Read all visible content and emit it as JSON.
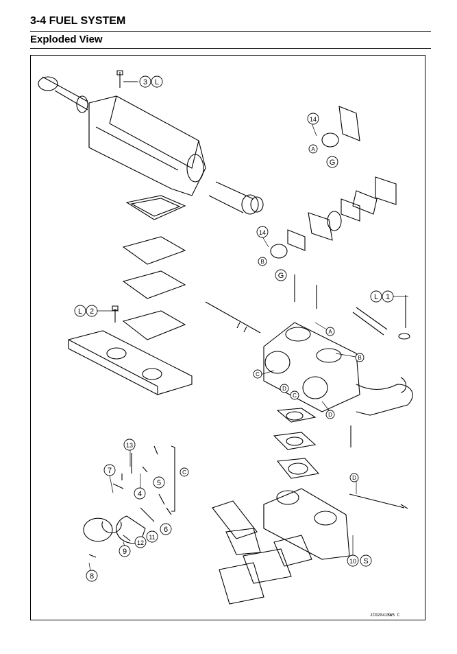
{
  "header": {
    "section": "3-4 FUEL SYSTEM",
    "subtitle": "Exploded View"
  },
  "figure_code": "JC02041BW5 C",
  "callouts": [
    "1",
    "2",
    "3",
    "4",
    "5",
    "6",
    "7",
    "8",
    "9",
    "10",
    "11",
    "12",
    "13",
    "14",
    "14"
  ],
  "letters": [
    "L",
    "L",
    "L",
    "S",
    "A",
    "A",
    "A",
    "B",
    "B",
    "C",
    "C",
    "C",
    "D",
    "D",
    "D",
    "G",
    "G"
  ]
}
